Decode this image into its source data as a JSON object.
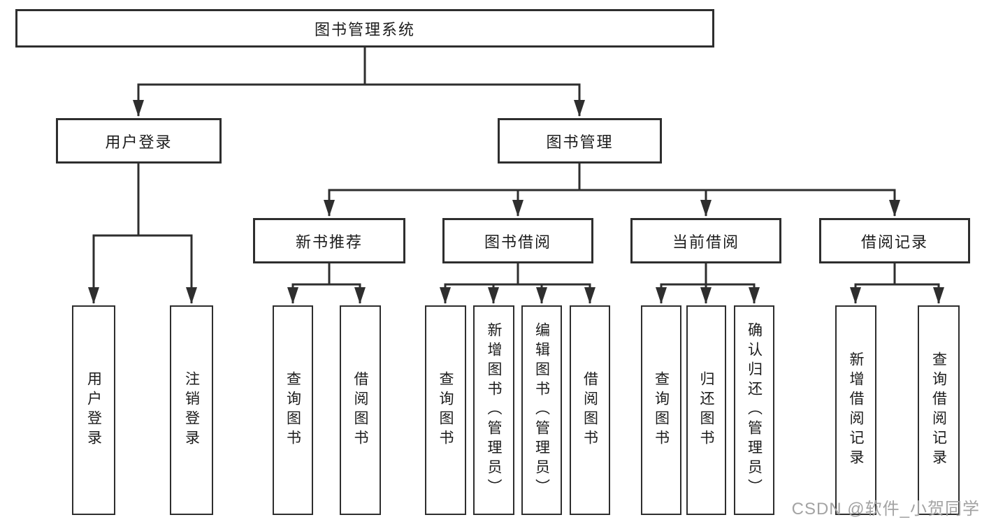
{
  "colors": {
    "line": "#2e2e2e",
    "box_border": "#2e2e2e",
    "text": "#1c1c1c",
    "background": "#ffffff",
    "watermark": "#a3a3a3"
  },
  "tree": {
    "root": {
      "label": "图书管理系统"
    },
    "branches": [
      {
        "label": "用户登录",
        "children": [
          {
            "label": "用户登录"
          },
          {
            "label": "注销登录"
          }
        ]
      },
      {
        "label": "图书管理",
        "children": [
          {
            "label": "新书推荐",
            "children": [
              {
                "label": "查询图书"
              },
              {
                "label": "借阅图书"
              }
            ]
          },
          {
            "label": "图书借阅",
            "children": [
              {
                "label": "查询图书"
              },
              {
                "label": "新增图书（管理员）"
              },
              {
                "label": "编辑图书（管理员）"
              },
              {
                "label": "借阅图书"
              }
            ]
          },
          {
            "label": "当前借阅",
            "children": [
              {
                "label": "查询图书"
              },
              {
                "label": "归还图书"
              },
              {
                "label": "确认归还（管理员）"
              }
            ]
          },
          {
            "label": "借阅记录",
            "children": [
              {
                "label": "新增借阅记录"
              },
              {
                "label": "查询借阅记录"
              }
            ]
          }
        ]
      }
    ]
  },
  "watermark": {
    "text": "CSDN @软件_小贺同学"
  }
}
